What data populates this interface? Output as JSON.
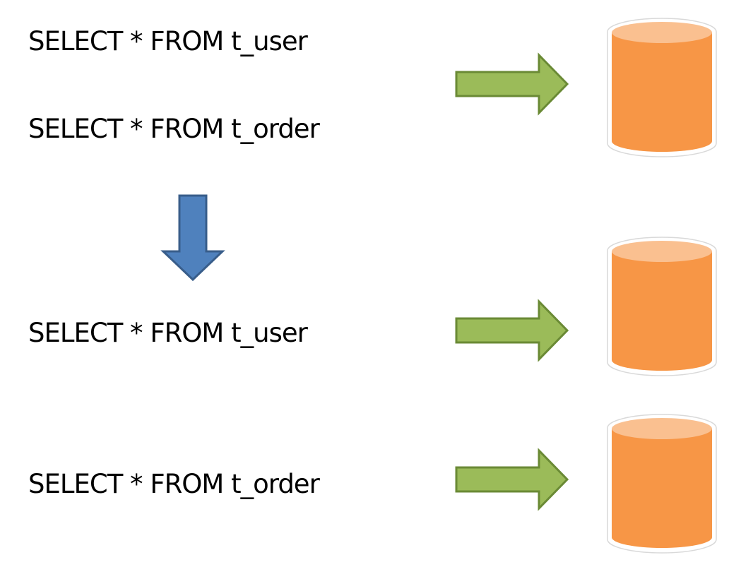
{
  "before": {
    "queries": [
      "SELECT * FROM t_user",
      "SELECT * FROM t_order"
    ]
  },
  "after": {
    "queries": [
      "SELECT * FROM t_user",
      "SELECT * FROM t_order"
    ]
  },
  "colors": {
    "right_arrow_fill": "#9bbb59",
    "right_arrow_stroke": "#6a8a35",
    "down_arrow_fill": "#4f81bd",
    "down_arrow_stroke": "#385d8a",
    "database_body": "#f79646",
    "database_top": "#fac090",
    "database_rim": "#ffffff"
  },
  "icons": {
    "right_arrow": "arrow-right-icon",
    "down_arrow": "arrow-down-icon",
    "database": "database-icon"
  }
}
